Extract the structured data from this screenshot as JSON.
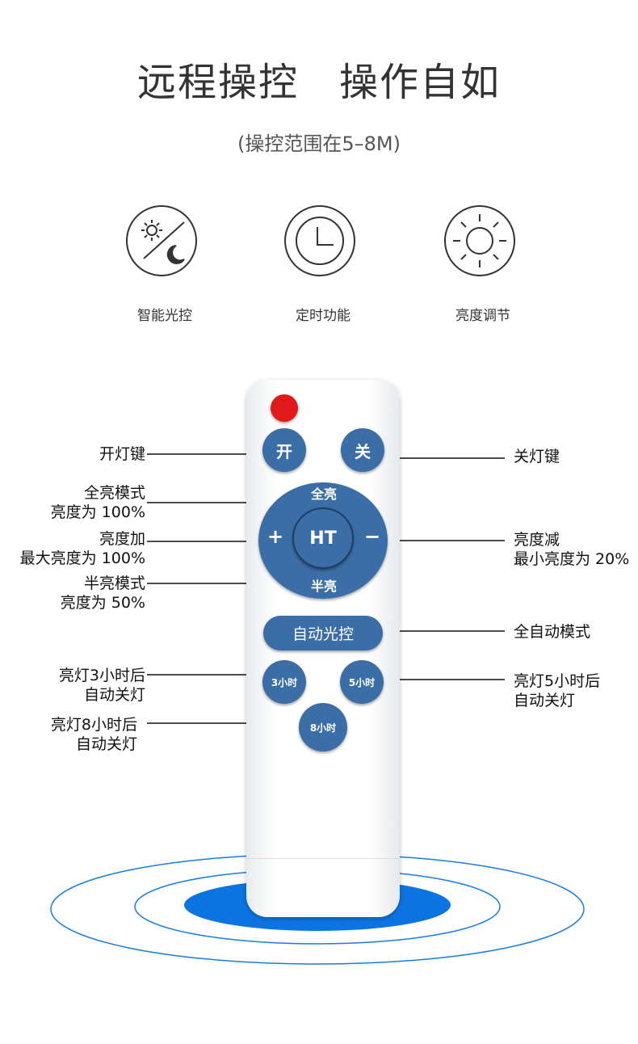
{
  "header": {
    "title": "远程操控　操作自如",
    "subtitle": "(操控范围在5–8M)"
  },
  "features": [
    {
      "icon": "day-night-icon",
      "label": "智能光控"
    },
    {
      "icon": "clock-icon",
      "label": "定时功能"
    },
    {
      "icon": "sun-icon",
      "label": "亮度调节"
    }
  ],
  "remote": {
    "on": "开",
    "off": "关",
    "full": "全亮",
    "half": "半亮",
    "plus": "+",
    "minus": "−",
    "center": "HT",
    "auto": "自动光控",
    "h3": "3小时",
    "h5": "5小时",
    "h8": "8小时",
    "accent": "#3b6ea6",
    "power_color": "#e01a1a"
  },
  "callouts_left": [
    {
      "l1": "开灯键",
      "l2": ""
    },
    {
      "l1": "全亮模式",
      "l2": "亮度为 100%"
    },
    {
      "l1": "亮度加",
      "l2": "最大亮度为 100%"
    },
    {
      "l1": "半亮模式",
      "l2": "亮度为 50%"
    },
    {
      "l1": "亮灯3小时后",
      "l2": "自动关灯"
    },
    {
      "l1": "亮灯8小时后",
      "l2": "自动关灯"
    }
  ],
  "callouts_right": [
    {
      "l1": "关灯键",
      "l2": ""
    },
    {
      "l1": "亮度减",
      "l2": "最小亮度为 20%"
    },
    {
      "l1": "全自动模式",
      "l2": ""
    },
    {
      "l1": "亮灯5小时后",
      "l2": "自动关灯"
    }
  ],
  "ring_color": "#1a7be0"
}
